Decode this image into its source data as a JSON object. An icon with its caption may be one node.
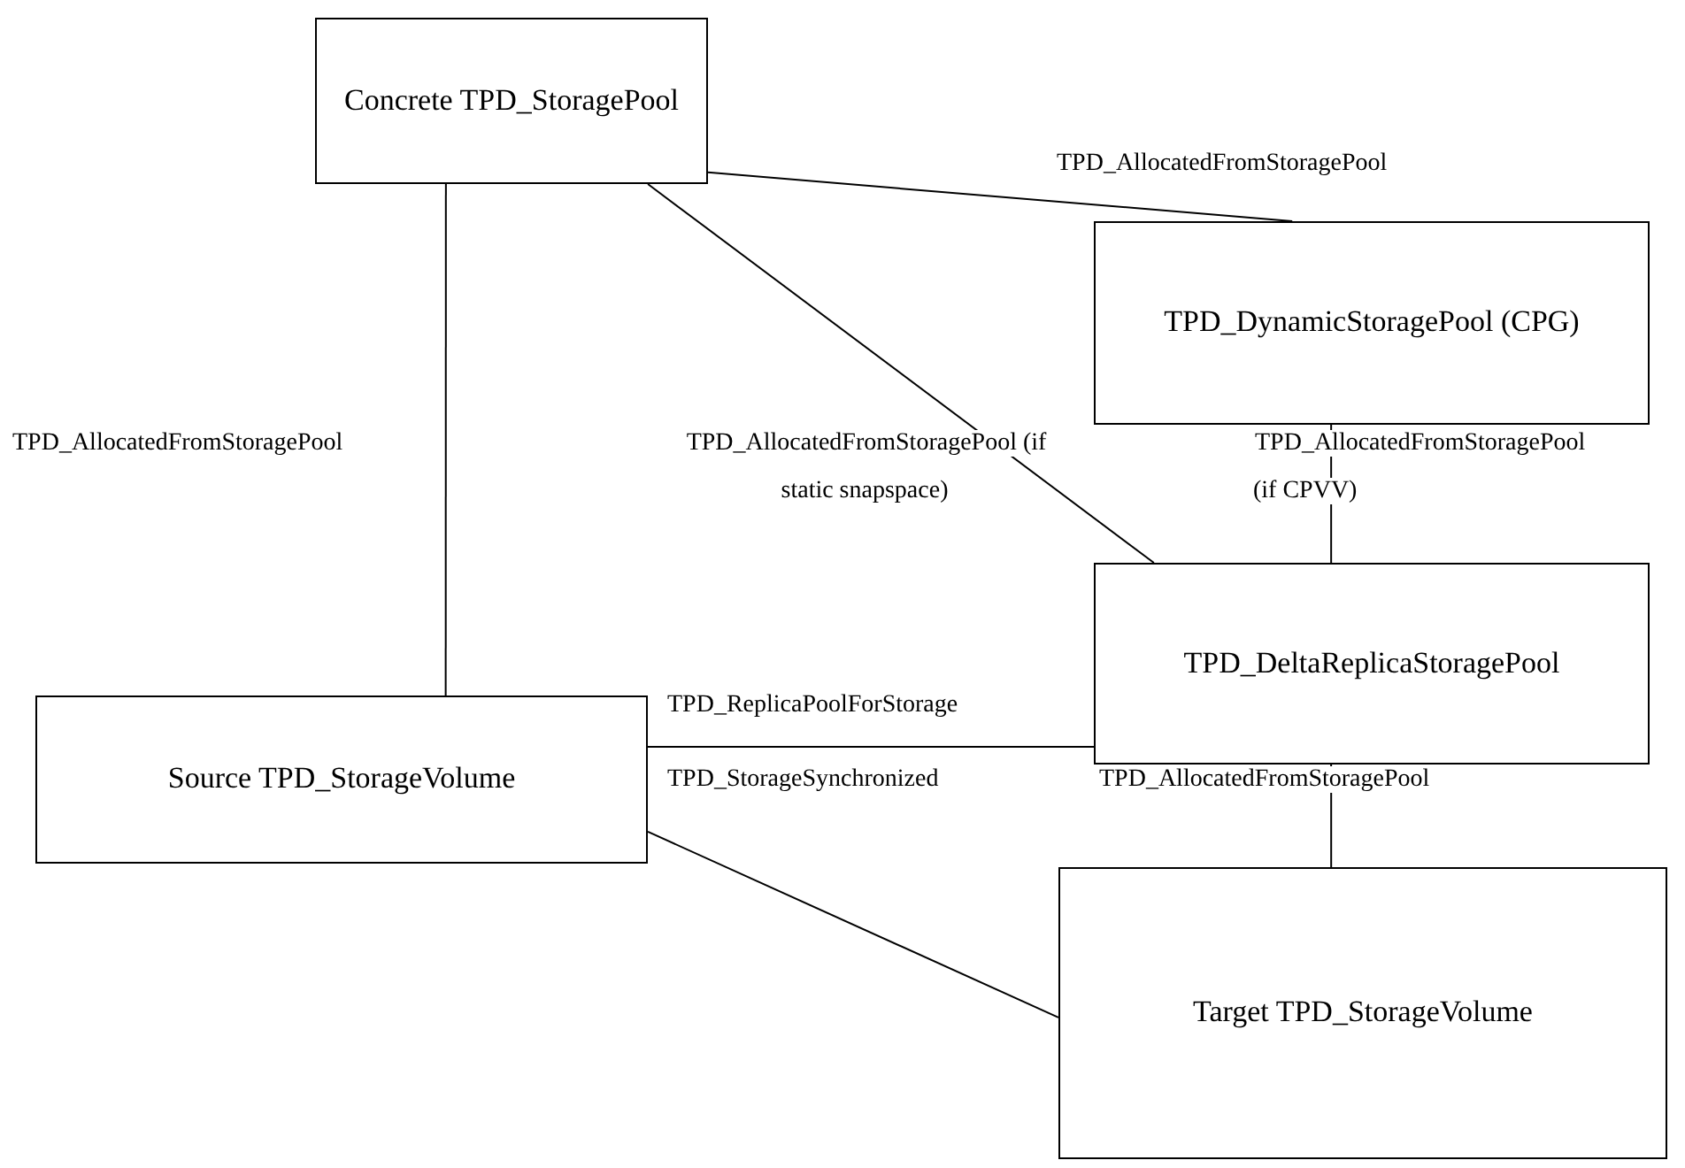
{
  "diagram": {
    "nodes": [
      {
        "text": [
          "Concrete TPD_StoragePool"
        ]
      },
      {
        "text": [
          "TPD_DynamicStoragePool (CPG)"
        ]
      },
      {
        "text": [
          "TPD_DeltaReplicaStoragePool"
        ]
      },
      {
        "text": [
          "Source TPD_StorageVolume"
        ]
      },
      {
        "text": [
          "Target TPD_StorageVolume"
        ]
      }
    ],
    "edges": [
      {
        "from": 0,
        "to": 1,
        "arrow": "none",
        "label": "TPD_AllocatedFromStoragePool"
      },
      {
        "from": 0,
        "to": 3,
        "arrow": "none",
        "label": "TPD_AllocatedFromStoragePool"
      },
      {
        "from": 0,
        "to": 2,
        "arrow": "none",
        "label": "TPD_AllocatedFromStoragePool (if static snapspace)"
      },
      {
        "from": 1,
        "to": 2,
        "arrow": "none",
        "label": "TPD_AllocatedFromStoragePool (if CPVV)"
      },
      {
        "from": 3,
        "to": 2,
        "arrow": "none",
        "label": "TPD_ReplicaPoolForStorage"
      },
      {
        "from": 3,
        "to": 4,
        "arrow": "none",
        "label": "TPD_StorageSynchronized"
      },
      {
        "from": 2,
        "to": 4,
        "arrow": "none",
        "label": "TPD_AllocatedFromStoragePool"
      }
    ]
  }
}
